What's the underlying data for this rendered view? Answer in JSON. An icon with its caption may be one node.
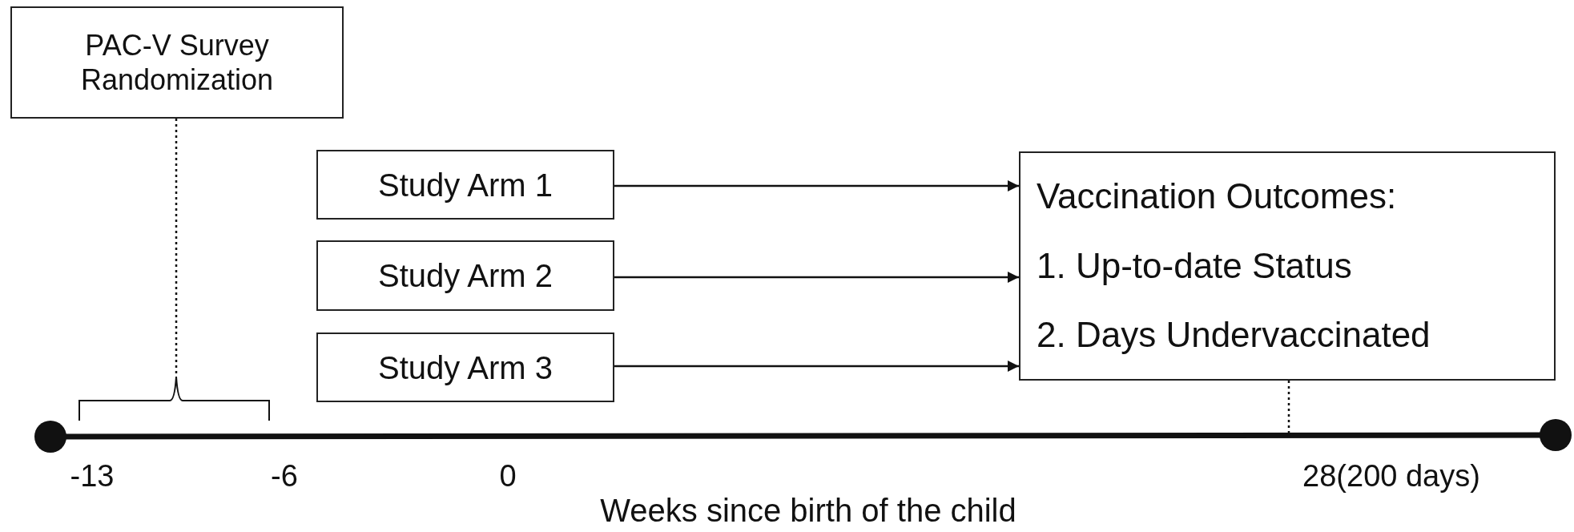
{
  "diagram": {
    "nodes": [
      {
        "text": [
          "PAC-V Survey Randomization"
        ]
      },
      {
        "text": [
          "Study Arm 1"
        ]
      },
      {
        "text": [
          "Study Arm 2"
        ]
      },
      {
        "text": [
          "Study Arm 3"
        ]
      },
      {
        "text": [
          "Vaccination Outcomes:",
          "1. Up-to-date Status",
          "2. Days Undervaccinated"
        ]
      },
      {
        "text": [],
        "shape": "bracket"
      }
    ],
    "edges": [
      {
        "from": 1,
        "to": 4,
        "arrow": "to"
      },
      {
        "from": 2,
        "to": 4,
        "arrow": "to"
      },
      {
        "from": 3,
        "to": 4,
        "arrow": "to"
      },
      {
        "from": 0,
        "to": 5,
        "arrow": "none",
        "style": "dashed"
      },
      {
        "from": 4,
        "to": null,
        "arrow": "none",
        "style": "dashed"
      }
    ],
    "labels": [
      "-13",
      "-6",
      "0",
      "28(200 days)",
      "Weeks since birth of the child"
    ]
  }
}
